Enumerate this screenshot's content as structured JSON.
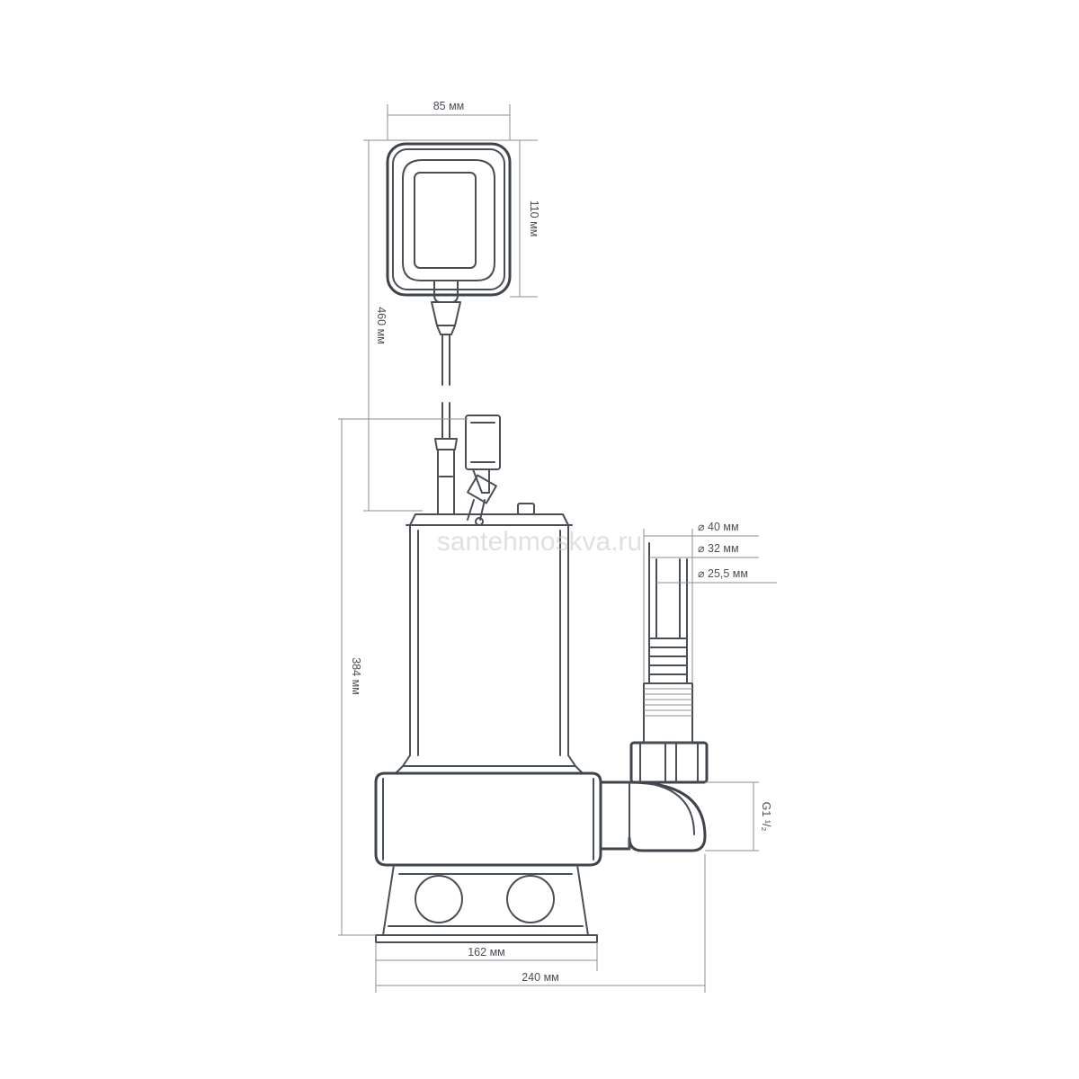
{
  "dimensions": {
    "float_width": "85 мм",
    "float_height": "110 мм",
    "cable_length": "460 мм",
    "pump_height": "384 мм",
    "base_width": "162 мм",
    "total_width": "240 мм",
    "outlet_d40": "⌀ 40 мм",
    "outlet_d32": "⌀ 32 мм",
    "outlet_d25": "⌀ 25,5 мм",
    "thread": "G1 ¹/₂"
  },
  "watermark": "santehmoskva.ru",
  "colors": {
    "line": "#4a4f56",
    "dimension": "#8a8f96"
  }
}
